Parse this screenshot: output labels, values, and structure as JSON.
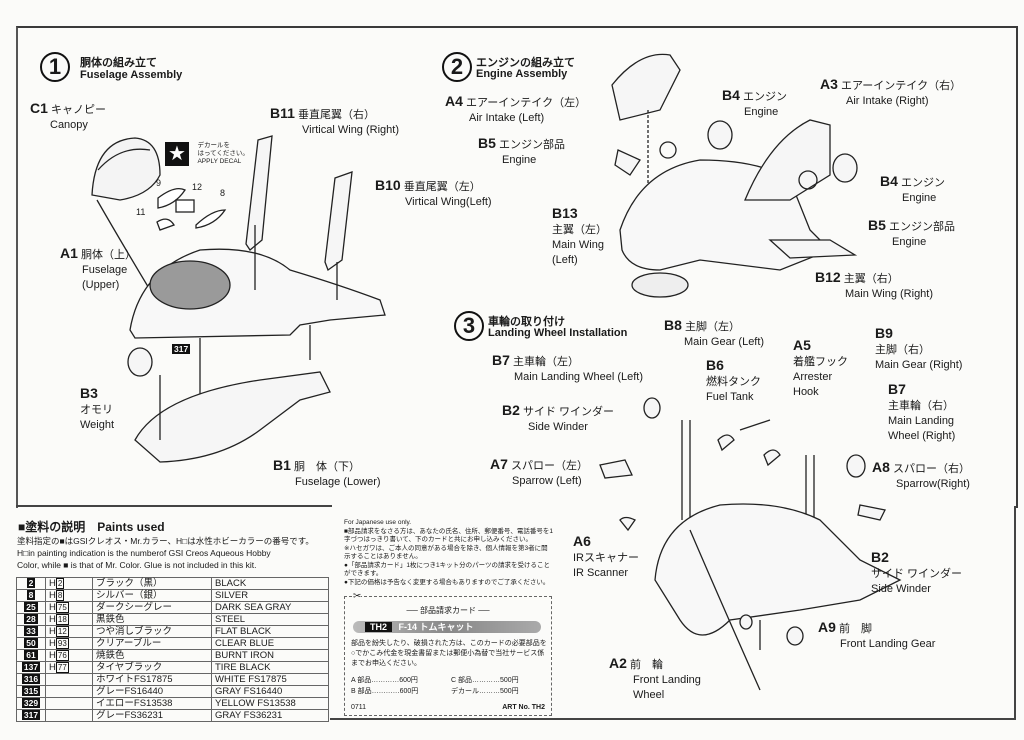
{
  "steps": [
    {
      "number": "1",
      "title_jp": "胴体の組み立て",
      "title_en": "Fuselage Assembly"
    },
    {
      "number": "2",
      "title_jp": "エンジンの組み立て",
      "title_en": "Engine Assembly"
    },
    {
      "number": "3",
      "title_jp": "車輪の取り付け",
      "title_en": "Landing Wheel Installation"
    }
  ],
  "decal": {
    "icon": "star-icon",
    "line1": "デカールを",
    "line2": "はってください。",
    "line3": "APPLY DECAL"
  },
  "decal_numbers": [
    "9",
    "12",
    "8",
    "11"
  ],
  "paint_chip_317": "317",
  "step1_labels": [
    {
      "code": "C1",
      "jp": "キャノピー",
      "en": "Canopy"
    },
    {
      "code": "B11",
      "jp": "垂直尾翼（右）",
      "en": "Virtical Wing (Right)"
    },
    {
      "code": "B10",
      "jp": "垂直尾翼（左）",
      "en": "Virtical Wing(Left)"
    },
    {
      "code": "A1",
      "jp": "胴体（上）",
      "en": "Fuselage",
      "en2": "(Upper)"
    },
    {
      "code": "B3",
      "jp": "オモリ",
      "en": "Weight"
    },
    {
      "code": "B1",
      "jp": "胴　体（下）",
      "en": "Fuselage (Lower)"
    }
  ],
  "step2_labels": [
    {
      "code": "A4",
      "jp": "エアーインテイク（左）",
      "en": "Air Intake (Left)"
    },
    {
      "code": "B4",
      "jp": "エンジン",
      "en": "Engine"
    },
    {
      "code": "A3",
      "jp": "エアーインテイク（右）",
      "en": "Air Intake (Right)"
    },
    {
      "code": "B5",
      "jp": "エンジン部品",
      "en": "Engine"
    },
    {
      "code": "B13",
      "jp": "主翼（左）",
      "en": "Main Wing",
      "en2": "(Left)"
    },
    {
      "code": "B4",
      "jp": "エンジン",
      "en": "Engine"
    },
    {
      "code": "B5",
      "jp": "エンジン部品",
      "en": "Engine"
    },
    {
      "code": "B12",
      "jp": "主翼（右）",
      "en": "Main Wing (Right)"
    }
  ],
  "step3_labels": [
    {
      "code": "B8",
      "jp": "主脚（左）",
      "en": "Main Gear (Left)"
    },
    {
      "code": "B7",
      "jp": "主車輪（左）",
      "en": "Main Landing Wheel (Left)"
    },
    {
      "code": "B6",
      "jp": "燃料タンク",
      "en": "Fuel Tank"
    },
    {
      "code": "A5",
      "jp": "着艦フック",
      "en": "Arrester",
      "en2": "Hook"
    },
    {
      "code": "B9",
      "jp": "主脚（右）",
      "en": "Main Gear (Right)"
    },
    {
      "code": "B7",
      "jp": "主車輪（右）",
      "en": "Main Landing",
      "en2": "Wheel (Right)"
    },
    {
      "code": "B2",
      "jp": "サイド ワインダー",
      "en": "Side Winder"
    },
    {
      "code": "A7",
      "jp": "スパロー（左）",
      "en": "Sparrow (Left)"
    },
    {
      "code": "A8",
      "jp": "スパロー（右）",
      "en": "Sparrow(Right)"
    },
    {
      "code": "A6",
      "jp": "IRスキャナー",
      "en": "IR Scanner"
    },
    {
      "code": "B2",
      "jp": "サイド ワインダー",
      "en": "Side Winder"
    },
    {
      "code": "A9",
      "jp": "前　脚",
      "en": "Front Landing Gear"
    },
    {
      "code": "A2",
      "jp": "前　輪",
      "en": "Front Landing",
      "en2": "Wheel"
    }
  ],
  "paints": {
    "title": "■塗料の説明　Paints used",
    "note_jp": "塗料指定の■はGSIクレオス・Mr.カラー、H□は水性ホビーカラーの番号です。",
    "note_en1": "H□in painting indication is the numberof GSI Creos Aqueous Hobby",
    "note_en2": "Color, while ■ is that of Mr. Color. Glue is not included in this kit.",
    "rows": [
      {
        "mr": "2",
        "h": "2",
        "jp": "ブラック（黒）",
        "en": "BLACK"
      },
      {
        "mr": "8",
        "h": "8",
        "jp": "シルバー（銀）",
        "en": "SILVER"
      },
      {
        "mr": "25",
        "h": "75",
        "jp": "ダークシーグレー",
        "en": "DARK SEA GRAY"
      },
      {
        "mr": "28",
        "h": "18",
        "jp": "黒鉄色",
        "en": "STEEL"
      },
      {
        "mr": "33",
        "h": "12",
        "jp": "つや消しブラック",
        "en": "FLAT BLACK"
      },
      {
        "mr": "50",
        "h": "93",
        "jp": "クリアーブルー",
        "en": "CLEAR BLUE"
      },
      {
        "mr": "61",
        "h": "76",
        "jp": "焼鉄色",
        "en": "BURNT IRON"
      },
      {
        "mr": "137",
        "h": "77",
        "jp": "タイヤブラック",
        "en": "TIRE BLACK"
      },
      {
        "mr": "316",
        "h": "",
        "jp": "ホワイトFS17875",
        "en": "WHITE FS17875"
      },
      {
        "mr": "315",
        "h": "",
        "jp": "グレーFS16440",
        "en": "GRAY FS16440"
      },
      {
        "mr": "329",
        "h": "",
        "jp": "イエローFS13538",
        "en": "YELLOW FS13538"
      },
      {
        "mr": "317",
        "h": "",
        "jp": "グレーFS36231",
        "en": "GRAY FS36231"
      }
    ]
  },
  "jp_notice": {
    "heading": "For Japanese use only.",
    "lines": [
      "■部品請求をなさる方は、あなたの氏名、住所、郵便番号、電話番号を1字づつはっきり書いて、下のカードと共にお申し込みください。",
      "※ハセガワは、ご本人の同意がある場合を除き、個人情報を第3者に開示することはありません。",
      "●「部品請求カード」1枚につき1キット分のパーツの請求を受けることができます。",
      "●下記の価格は予告なく変更する場合もありますのでご了承ください。"
    ]
  },
  "card": {
    "title": "── 部品請求カード ──",
    "tag": "TH2",
    "product": "F-14 トムキャット",
    "body": "部品を紛失したり、破損された方は、このカードの必要部品を○でかこみ代金を現金書留または郵便小為替で当社サービス係までお申込ください。",
    "prices": [
      {
        "part": "A 部品",
        "price": "600円"
      },
      {
        "part": "C 部品",
        "price": "500円"
      },
      {
        "part": "B 部品",
        "price": "600円"
      },
      {
        "part": "デカール",
        "price": "500円"
      }
    ],
    "code": "0711",
    "art_no": "ART No. TH2"
  }
}
